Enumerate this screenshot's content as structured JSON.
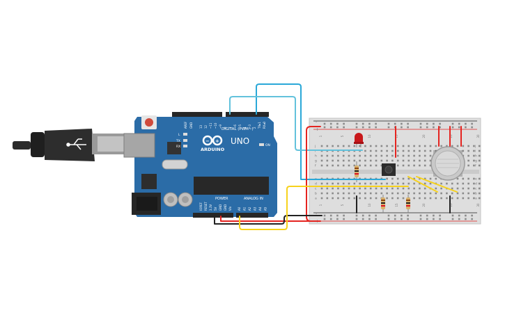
{
  "board": {
    "logo_text": "ARDUINO",
    "model": "UNO",
    "digital_header": "DIGITAL (PWM~)",
    "analog_header": "ANALOG IN",
    "power_header": "POWER",
    "on_label": "ON",
    "l_label": "L",
    "tx_label": "TX",
    "rx_label": "RX",
    "aref_label": "AREF",
    "gnd_label": "GND",
    "digital_pins": [
      "13",
      "12",
      "~11",
      "~10",
      "~9",
      "8",
      "7",
      "~6",
      "~5",
      "4",
      "~3",
      "2",
      "TX▸1",
      "RX◂0"
    ],
    "power_pins": [
      "IOREF",
      "RESET",
      "3.3V",
      "5V",
      "GND",
      "GND",
      "Vin"
    ],
    "analog_pins": [
      "A0",
      "A1",
      "A2",
      "A3",
      "A4",
      "A5"
    ]
  },
  "breadboard": {
    "column_numbers": [
      "1",
      "5",
      "10",
      "15",
      "20",
      "25",
      "30"
    ],
    "row_letters_top": [
      "j",
      "i",
      "h",
      "g",
      "f"
    ],
    "row_letters_bottom": [
      "e",
      "d",
      "c",
      "b",
      "a"
    ],
    "rail_plus": "+",
    "rail_minus": "-"
  },
  "colors": {
    "board": "#2b6ca7",
    "wire_red": "#e52420",
    "wire_black": "#222222",
    "wire_yellow": "#f7d21c",
    "wire_cyan": "#2aa8d8",
    "wire_lightblue": "#62c2dc",
    "led": "#c8181b"
  }
}
